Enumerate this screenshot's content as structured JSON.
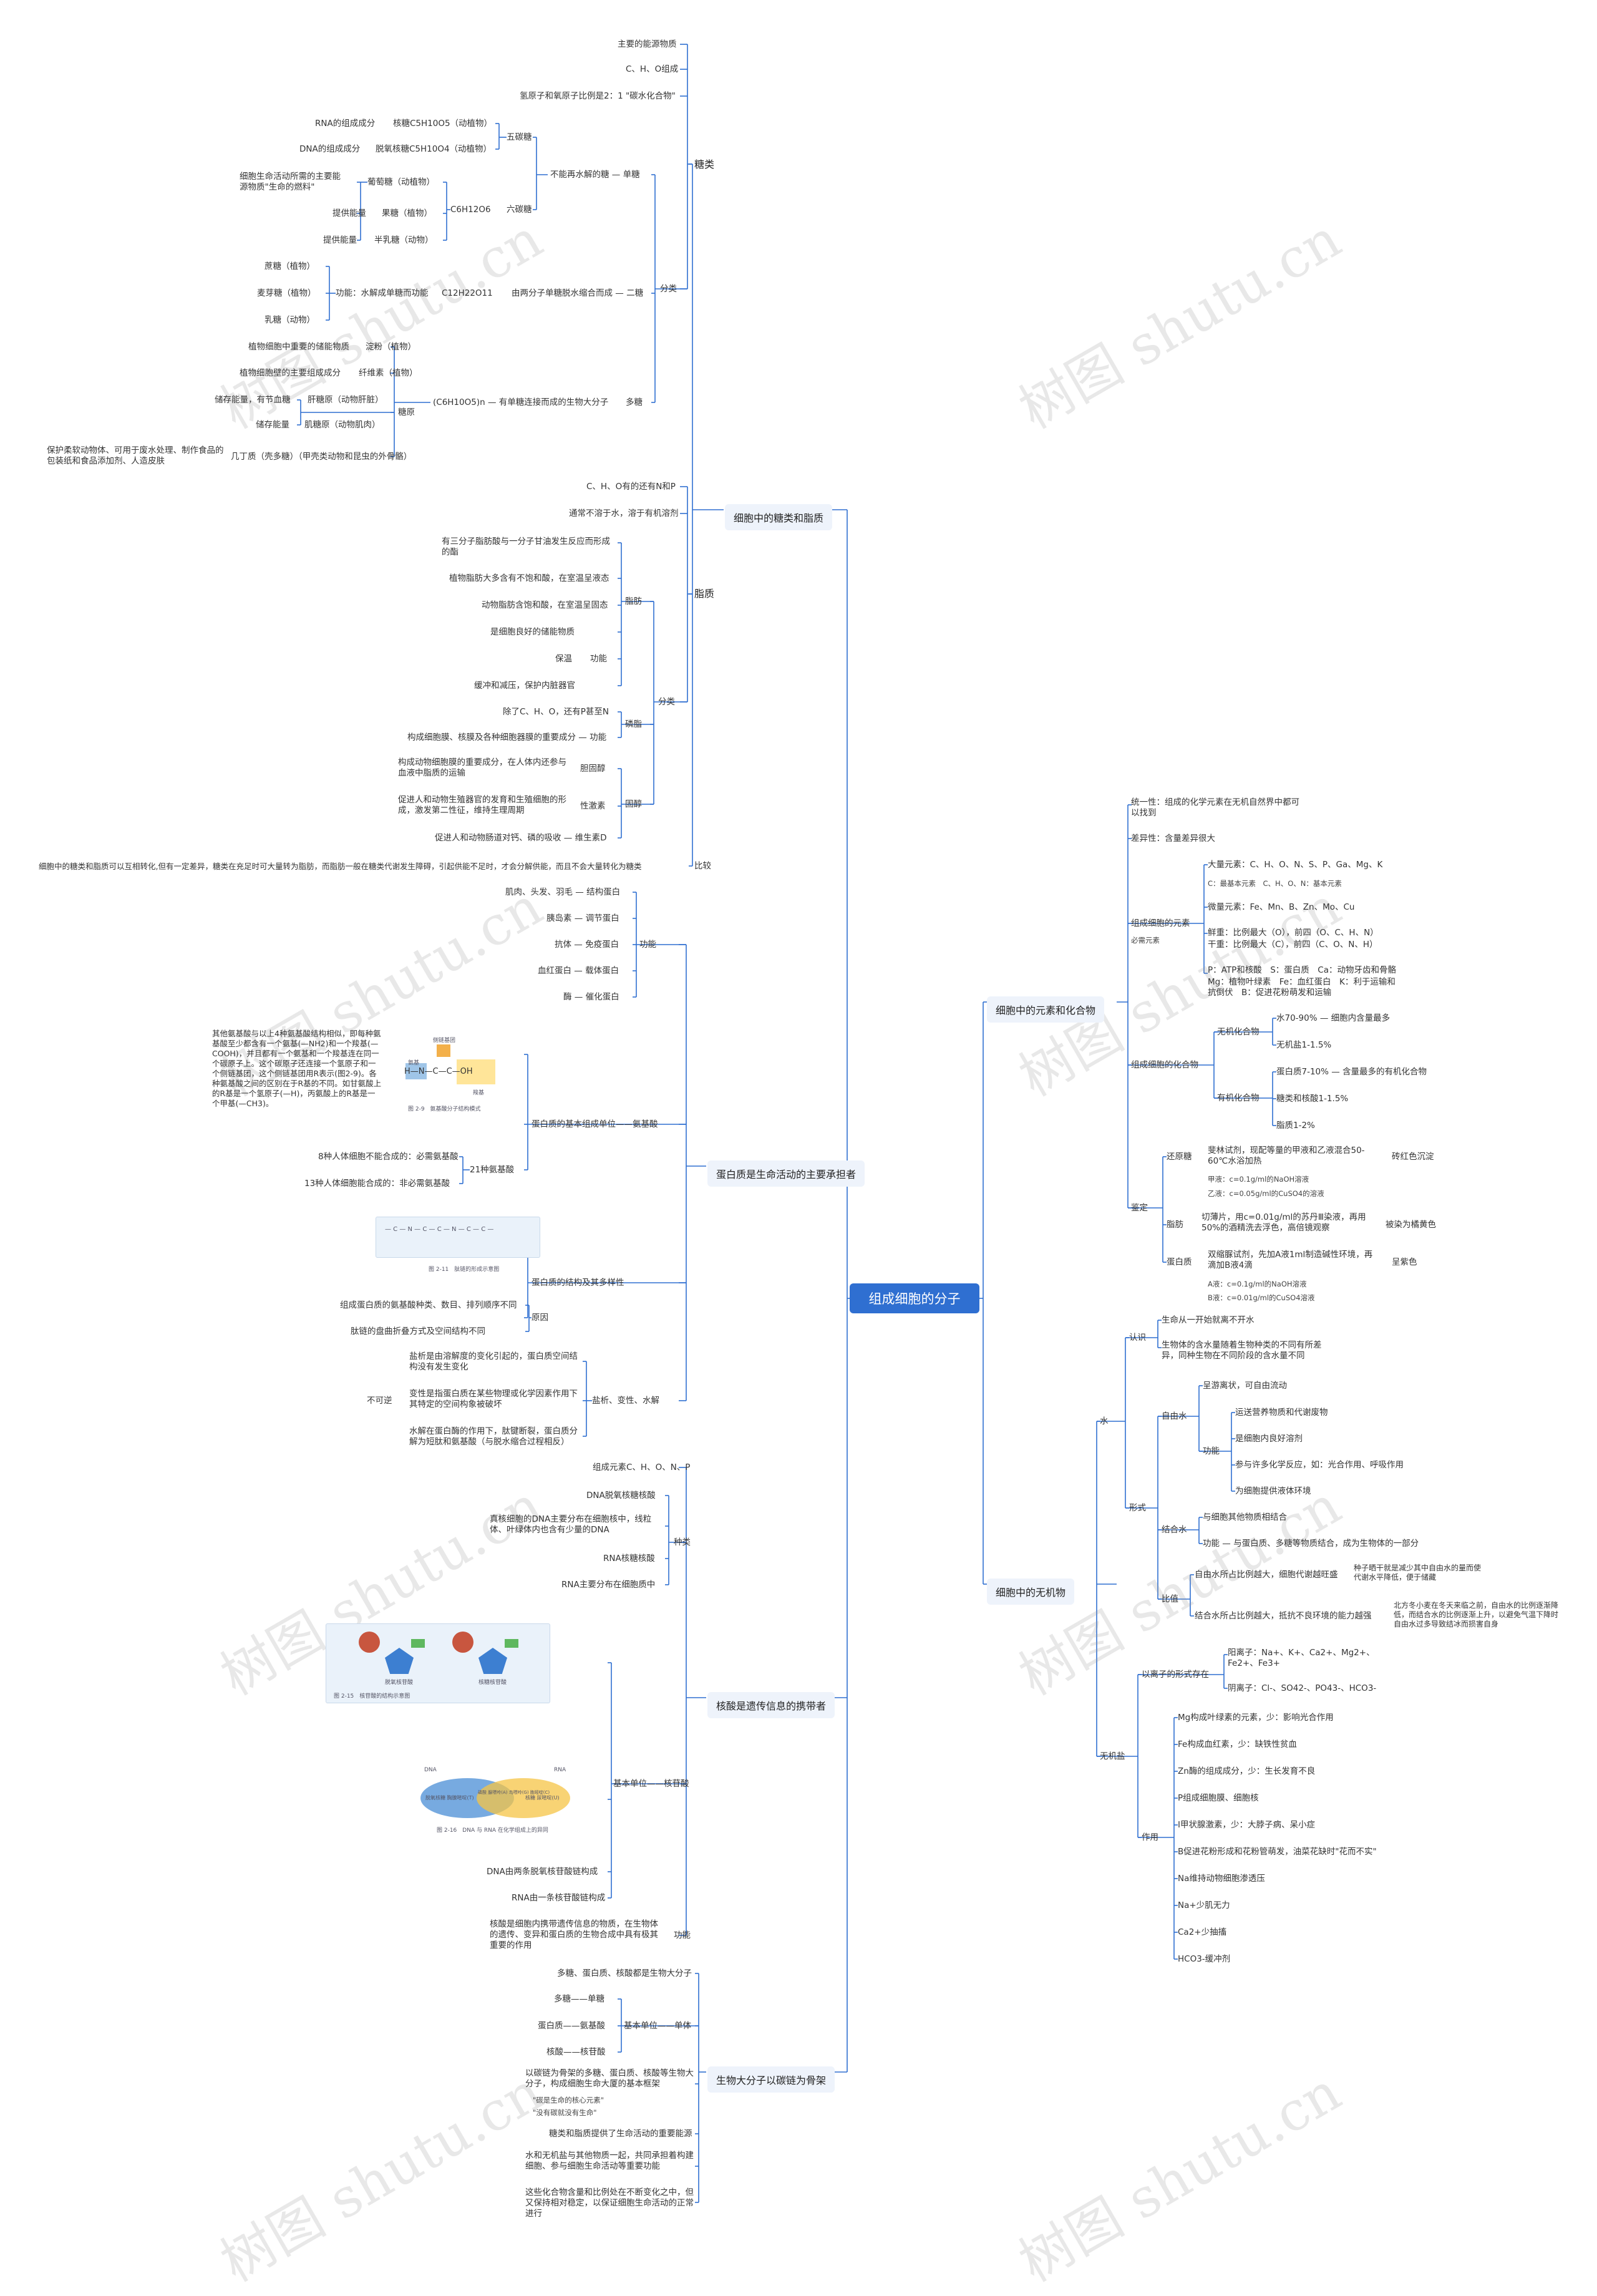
{
  "root": "组成细胞的分子",
  "watermark": "树图 shutu.cn",
  "branches": {
    "carb": "细胞中的糖类和脂质",
    "protein": "蛋白质是生命活动的主要承担者",
    "nucleic": "核酸是遗传信息的携带者",
    "macro": "生物大分子以碳链为骨架",
    "elements": "细胞中的元素和化合物",
    "inorganic": "细胞中的无机物"
  },
  "sugar": {
    "title": "糖类",
    "n1": "主要的能源物质",
    "n2": "C、H、O组成",
    "n3": "氢原子和氧原子比例是2：1 \"碳水化合物\"",
    "cls": "分类",
    "mono": "不能再水解的糖 — 单糖",
    "wutang": "五碳糖",
    "ribose_l": "RNA的组成成分",
    "ribose": "核糖C5H10O5（动植物）",
    "deoxy_l": "DNA的组成成分",
    "deoxy": "脱氧核糖C5H10O4（动植物）",
    "liutang": "六碳糖",
    "c6": "C6H12O6",
    "glucose_l": "细胞生命活动所需的主要能源物质\"生命的燃料\"",
    "glucose": "葡萄糖（动植物）",
    "fructose_l": "提供能量",
    "fructose": "果糖（植物）",
    "galactose_l": "提供能量",
    "galactose": "半乳糖（动物）",
    "di": "由两分子单糖脱水缩合而成 — 二糖",
    "c12": "C12H22O11",
    "di_fn": "功能：水解成单糖而功能",
    "sucrose": "蔗糖（植物）",
    "maltose": "麦芽糖（植物）",
    "lactose": "乳糖（动物）",
    "poly": "多糖",
    "poly_l": "(C6H10O5)n — 有单糖连接而成的生物大分子",
    "starch_l": "植物细胞中重要的储能物质",
    "starch": "淀粉（植物）",
    "cellulose_l": "植物细胞壁的主要组成成分",
    "cellulose": "纤维素（植物）",
    "glycogen": "糖原",
    "liver_l": "储存能量，有节血糖",
    "liver": "肝糖原（动物肝脏）",
    "muscle_l": "储存能量",
    "muscle": "肌糖原（动物肌肉）",
    "chitin_l": "保护柔软动物体、可用于废水处理、制作食品的包装纸和食品添加剂、人造皮肤",
    "chitin": "几丁质（壳多糖）（甲壳类动物和昆虫的外骨骼）"
  },
  "lipid": {
    "title": "脂质",
    "n1": "C、H、O有的还有N和P",
    "n2": "通常不溶于水，溶于有机溶剂",
    "cls": "分类",
    "fat": "脂肪",
    "f1": "有三分子脂肪酸与一分子甘油发生反应而形成的酯",
    "f2": "植物脂肪大多含有不饱和酸，在室温呈液态",
    "f3": "动物脂肪含饱和酸，在室温呈固态",
    "f4": "是细胞良好的储能物质",
    "fn": "功能",
    "f5": "保温",
    "f6": "缓冲和减压，保护内脏器官",
    "phos": "磷脂",
    "p1": "除了C、H、O，还有P甚至N",
    "p2": "构成细胞膜、核膜及各种细胞器膜的重要成分 — 功能",
    "sterol": "固醇",
    "s1": "构成动物细胞膜的重要成分，在人体内还参与血液中脂质的运输",
    "s1h": "胆固醇",
    "s2": "促进人和动物生殖器官的发育和生殖细胞的形成，激发第二性征，维持生理周期",
    "s2h": "性激素",
    "s3": "促进人和动物肠道对钙、磷的吸收 — 维生素D",
    "compare": "比较",
    "compare_t": "细胞中的糖类和脂质可以互相转化,但有一定差异，糖类在充足时可大量转为脂肪，而脂肪一般在糖类代谢发生障碍，引起供能不足时，才会分解供能，而且不会大量转化为糖类"
  },
  "protein": {
    "fn": "功能",
    "f1": "肌肉、头发、羽毛 — 结构蛋白",
    "f2": "胰岛素 — 调节蛋白",
    "f3": "抗体 — 免疫蛋白",
    "f4": "血红蛋白 — 载体蛋白",
    "f5": "酶 — 催化蛋白",
    "aa": "蛋白质的基本组成单位——氨基酸",
    "aa_t": "其他氨基酸与以上4种氨基酸结构相似，即每种氨基酸至少都含有一个氨基(—NH2)和一个羧基(—COOH)，并且都有一个氨基和一个羧基连在同一个碳原子上。这个碳原子还连接一个氢原子和一个侧链基团，这个侧链基团用R表示(图2-9)。各种氨基酸之间的区别在于R基的不同。如甘氨酸上的R基是一个氢原子(—H)，丙氨酸上的R基是一个甲基(—CH3)。",
    "aa_img_top": "侧链基团",
    "aa_img_l": "氨基",
    "aa_img_r": "羧基",
    "aa_img_cap": "图 2-9　氨基酸分子结构模式",
    "aa21": "21种氨基酸",
    "ess": "8种人体细胞不能合成的：必需氨基酸",
    "noness": "13种人体细胞能合成的：非必需氨基酸",
    "diverse": "蛋白质的结构及其多样性",
    "chain_cap": "图 2-11　肽链的形成示意图",
    "reason": "原因",
    "r1": "组成蛋白质的氨基酸种类、数目、排列顺序不同",
    "r2": "肽链的盘曲折叠方式及空间结构不同",
    "salt": "盐析、变性、水解",
    "irrev": "不可逆",
    "s1": "盐析是由溶解度的变化引起的，蛋白质空间结构没有发生变化",
    "s2": "变性是指蛋白质在某些物理或化学因素作用下其特定的空间构象被破坏",
    "s3": "水解在蛋白酶的作用下，肽键断裂，蛋白质分解为短肽和氨基酸（与脱水缩合过程相反）"
  },
  "nucleic": {
    "e": "组成元素C、H、O、N、P",
    "kind": "种类",
    "dna": "DNA脱氧核糖核酸",
    "dna_d": "真核细胞的DNA主要分布在细胞核中，线粒体、叶绿体内也含有少量的DNA",
    "rna": "RNA核糖核酸",
    "rna_d": "RNA主要分布在细胞质中",
    "unit": "基本单位——核苷酸",
    "img1_cap": "图 2-15　核苷酸的结构示意图",
    "img1_a": "脱氧核苷酸",
    "img1_b": "核糖核苷酸",
    "img2_cap": "图 2-16　DNA 与 RNA 在化学组成上的异同",
    "img2_dna": "DNA",
    "img2_rna": "RNA",
    "img2_mid": "磷酸 腺嘌呤(A) 鸟嘌呤(G) 胞嘧啶(C)",
    "img2_l": "脱氧核糖 胸腺嘧啶(T)",
    "img2_r": "核糖 尿嘧啶(U)",
    "d1": "DNA由两条脱氧核苷酸链构成",
    "d2": "RNA由一条核苷酸链构成",
    "fn_t": "核酸是细胞内携带遗传信息的物质，在生物体的遗传、变异和蛋白质的生物合成中具有极其重要的作用",
    "fn": "功能"
  },
  "macro": {
    "m1": "多糖、蛋白质、核酸都是生物大分子",
    "unit": "基本单位——单体",
    "u1": "多糖——单糖",
    "u2": "蛋白质——氨基酸",
    "u3": "核酸——核苷酸",
    "m2": "以碳链为骨架的多糖、蛋白质、核酸等生物大分子，构成细胞生命大厦的基本框架",
    "q1": "\"碳是生命的核心元素\"",
    "q2": "\"没有碳就没有生命\"",
    "m3": "糖类和脂质提供了生命活动的重要能源",
    "m4": "水和无机盐与其他物质一起，共同承担着构建细胞、参与细胞生命活动等重要功能",
    "m5": "这些化合物含量和比例处在不断变化之中，但又保持相对稳定，以保证细胞生命活动的正常进行"
  },
  "elements": {
    "u": "统一性：组成的化学元素在无机自然界中都可以找到",
    "d": "差异性：含量差异很大",
    "comp": "组成细胞的元素",
    "ess": "必需元素",
    "major": "大量元素：C、H、O、N、S、P、Ga、Mg、K",
    "basic": "C：最基本元素　C、H、O、N：基本元素",
    "trace": "微量元素：Fe、Mn、B、Zn、Mo、Cu",
    "fresh": "鲜重：比例最大（O），前四（O、C、H、N）",
    "dry": "干重：比例最大（C），前四（C、O、N、H）",
    "fn1": "P：ATP和核酸　S：蛋白质　Ca：动物牙齿和骨骼",
    "fn2": "Mg：植物叶绿素　Fe：血红蛋白　K：利于运输和抗倒伏　B：促进花粉萌发和运输",
    "compound": "组成细胞的化合物",
    "inorg": "无机化合物",
    "w": "水70-90% — 细胞内含量最多",
    "salt": "无机盐1-1.5%",
    "org": "有机化合物",
    "p": "蛋白质7-10% — 含量最多的有机化合物",
    "c": "糖类和核酸1-1.5%",
    "l": "脂质1-2%",
    "ident": "鉴定",
    "rs": "还原糖",
    "rs_t": "斐林试剂，现配等量的甲液和乙液混合50-60℃水浴加热",
    "rs_r": "砖红色沉淀",
    "rs_a": "甲液：c=0.1g/ml的NaOH溶液",
    "rs_b": "乙液：c=0.05g/ml的CuSO4的溶液",
    "fat": "脂肪",
    "fat_t": "切薄片，用c=0.01g/ml的苏丹Ⅲ染液，再用50%的酒精洗去浮色，高倍镜观察",
    "fat_r": "被染为橘黄色",
    "pro": "蛋白质",
    "pro_t": "双缩脲试剂，先加A液1ml制造碱性环境，再滴加B液4滴",
    "pro_r": "呈紫色",
    "pro_a": "A液：c=0.1g/ml的NaOH溶液",
    "pro_b": "B液：c=0.01g/ml的CuSO4溶液"
  },
  "inorganic": {
    "water": "水",
    "know": "认识",
    "k1": "生命从一开始就离不开水",
    "k2": "生物体的含水量随着生物种类的不同有所差异，同种生物在不同阶段的含水量不同",
    "form": "形式",
    "free": "自由水",
    "fr1": "呈游离状，可自由流动",
    "func": "功能",
    "fu1": "运送营养物质和代谢废物",
    "fu2": "是细胞内良好溶剂",
    "fu3": "参与许多化学反应，如：光合作用、呼吸作用",
    "fu4": "为细胞提供液体环境",
    "bound": "结合水",
    "b1": "与细胞其他物质相结合",
    "b2": "功能 — 与蛋白质、多糖等物质结合，成为生物体的一部分",
    "ratio": "比值",
    "rt1": "自由水所占比例越大，细胞代谢越旺盛",
    "rt1r": "种子晒干就是减少其中自由水的量而使代谢水平降低，便于储藏",
    "rt2": "结合水所占比例越大，抵抗不良环境的能力越强",
    "rt2r": "北方冬小麦在冬天来临之前，自由水的比例逐渐降低，而结合水的比例逐渐上升，以避免气温下降时自由水过多导致结冰而损害自身",
    "salt": "无机盐",
    "ion": "以离子的形式存在",
    "cat": "阳离子：Na+、K+、Ca2+、Mg2+、Fe2+、Fe3+",
    "an": "阴离子：Cl-、SO42-、PO43-、HCO3-",
    "act": "作用",
    "a1": "Mg构成叶绿素的元素，少：影响光合作用",
    "a2": "Fe构成血红素，少：缺铁性贫血",
    "a3": "Zn酶的组成成分，少：生长发育不良",
    "a4": "P组成细胞膜、细胞核",
    "a5": "I甲状腺激素，少：大脖子病、呆小症",
    "a6": "B促进花粉形成和花粉管萌发，油菜花缺时\"花而不实\"",
    "a7": "Na维持动物细胞渗透压",
    "a8": "Na+少肌无力",
    "a9": "Ca2+少抽搐",
    "a10": "HCO3-缓冲剂"
  },
  "colors": {
    "line": "#2f6fd1",
    "root": "#2f6fd1",
    "branch_bg": "#eef3fb"
  }
}
